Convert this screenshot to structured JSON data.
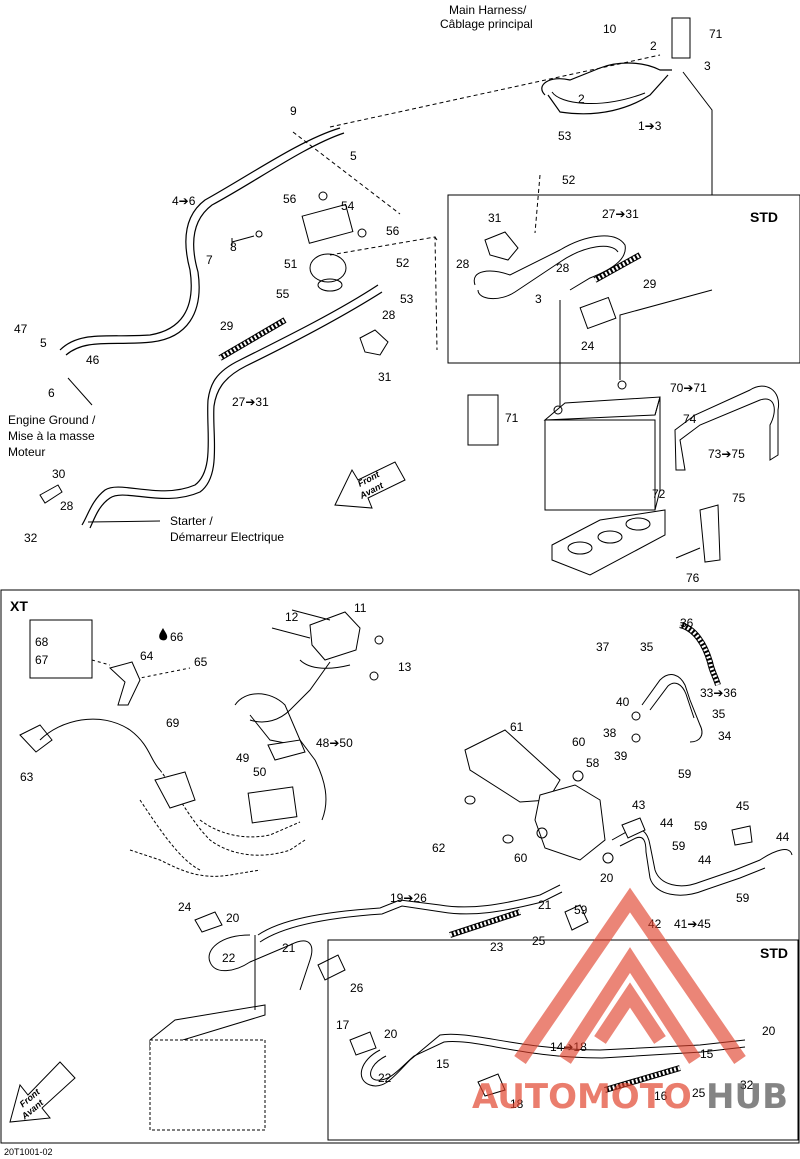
{
  "labels": {
    "main_harness_en": "Main Harness/",
    "main_harness_fr": "Câblage principal",
    "engine_ground_1": "Engine Ground /",
    "engine_ground_2": "Mise à la masse",
    "engine_ground_3": "Moteur",
    "starter_1": "Starter /",
    "starter_2": "Démarreur Electrique",
    "front": "Front",
    "avant": "Avant",
    "std": "STD",
    "xt": "XT",
    "figure_code": "20T1001-02"
  },
  "watermark": {
    "part1": "AUTOMOTO",
    "part2": "HUB",
    "color_red": "#e0402a",
    "color_gray": "#555555"
  },
  "callouts": {
    "n71": "71",
    "n10": "10",
    "n2": "2",
    "n3": "3",
    "n1to3": "1➔3",
    "n9": "9",
    "n5": "5",
    "n4to6": "4➔6",
    "n53": "53",
    "n52": "52",
    "n56": "56",
    "n54": "54",
    "n8": "8",
    "n7": "7",
    "n51": "51",
    "n55": "55",
    "n28": "28",
    "n29": "29",
    "n31": "31",
    "n27to31": "27➔31",
    "n47": "47",
    "n46": "46",
    "n6": "6",
    "n30": "30",
    "n32": "32",
    "n24": "24",
    "n70to71": "70➔71",
    "n74": "74",
    "n73to75": "73➔75",
    "n72": "72",
    "n75": "75",
    "n76": "76",
    "n12": "12",
    "n11": "11",
    "n13": "13",
    "n68": "68",
    "n67": "67",
    "n64": "64",
    "n66": "66",
    "n65": "65",
    "n36": "36",
    "n37": "37",
    "n35": "35",
    "n33to36": "33➔36",
    "n40": "40",
    "n38": "38",
    "n39": "39",
    "n34": "34",
    "n59": "59",
    "n61": "61",
    "n69": "69",
    "n63": "63",
    "n49": "49",
    "n48to50": "48➔50",
    "n50": "50",
    "n60": "60",
    "n58": "58",
    "n45": "45",
    "n43": "43",
    "n44": "44",
    "n62": "62",
    "n19to26": "19➔26",
    "n20": "20",
    "n21": "21",
    "n42": "42",
    "n41to45": "41➔45",
    "n24b": "24",
    "n22": "22",
    "n23": "23",
    "n25": "25",
    "n26": "26",
    "n17": "17",
    "n15": "15",
    "n14to18": "14➔18",
    "n16": "16",
    "n18": "18"
  },
  "drop_icon": "drop-icon"
}
